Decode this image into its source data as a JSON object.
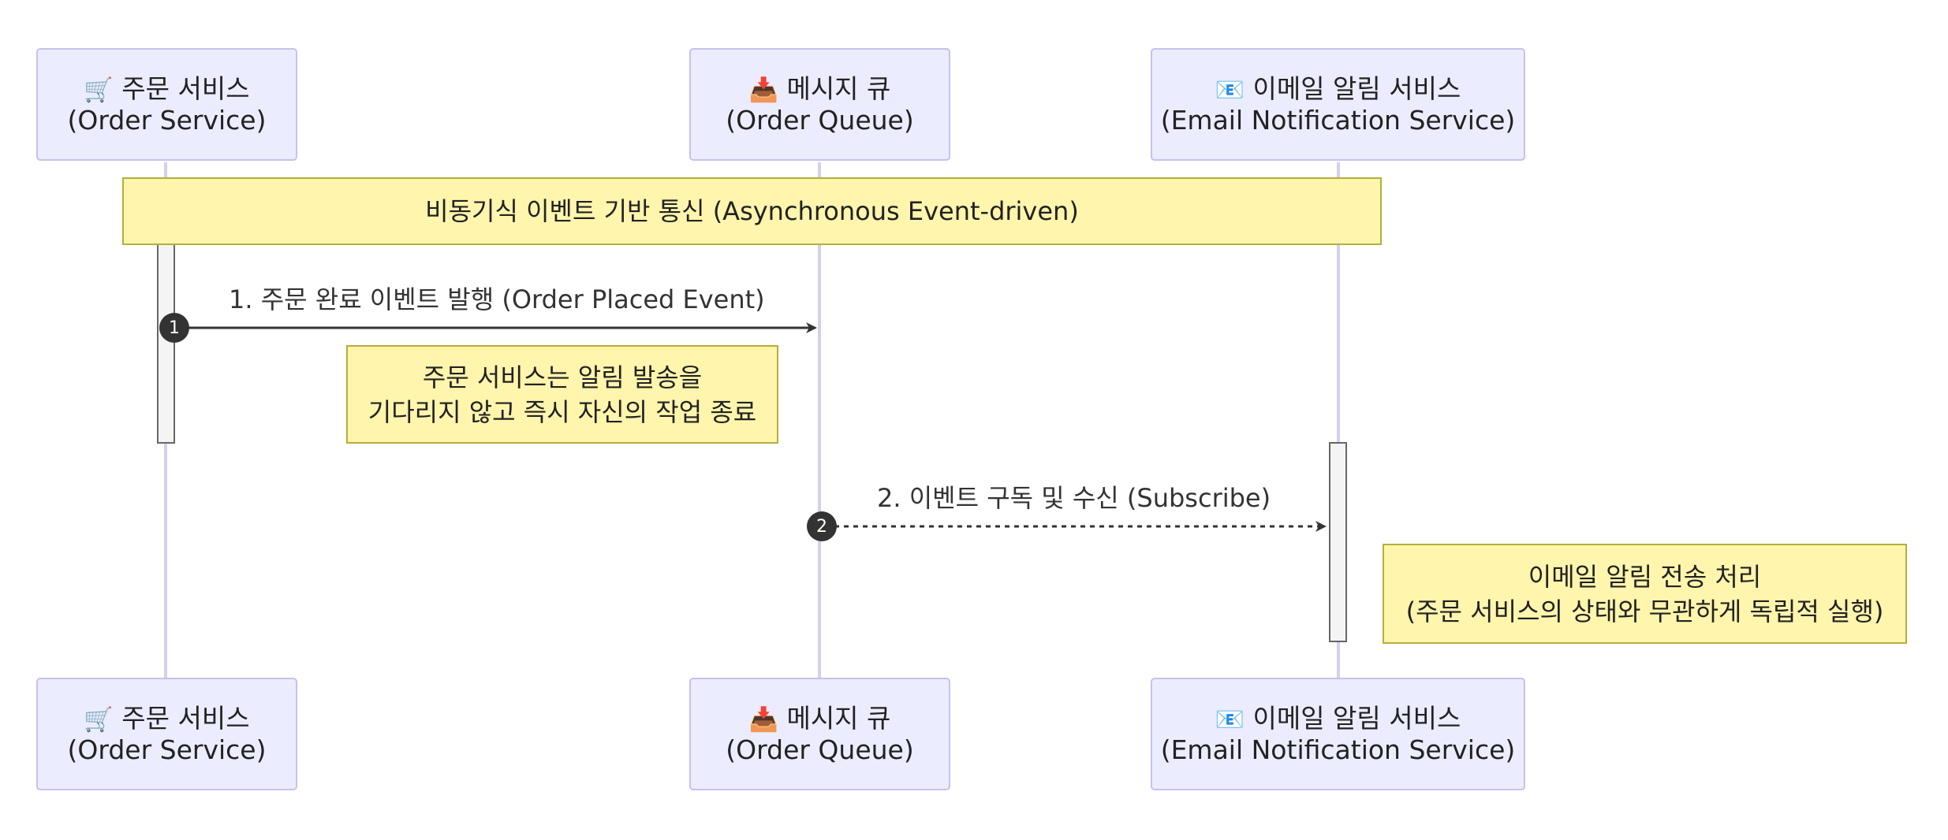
{
  "participants": [
    {
      "icon": "shopping-cart-icon",
      "glyph": "🛒",
      "name": "주문 서비스",
      "subtitle": "(Order Service)"
    },
    {
      "icon": "inbox-tray-icon",
      "glyph": "📥",
      "name": "메시지 큐",
      "subtitle": "(Order Queue)"
    },
    {
      "icon": "email-icon",
      "glyph": "📧",
      "name": "이메일 알림 서비스",
      "subtitle": "(Email Notification Service)"
    }
  ],
  "banner": "비동기식 이벤트 기반 통신 (Asynchronous Event-driven)",
  "messages": [
    {
      "number": "1",
      "label": "1. 주문 완료 이벤트 발행 (Order Placed Event)",
      "style": "solid",
      "from": "주문 서비스",
      "to": "메시지 큐"
    },
    {
      "number": "2",
      "label": "2. 이벤트 구독 및 수신 (Subscribe)",
      "style": "dashed",
      "from": "메시지 큐",
      "to": "이메일 알림 서비스"
    }
  ],
  "notes": [
    {
      "line1": "주문 서비스는 알림 발송을",
      "line2": "기다리지 않고 즉시 자신의 작업 종료"
    },
    {
      "line1": "이메일 알림 전송 처리",
      "line2": "(주문 서비스의 상태와 무관하게 독립적 실행)"
    }
  ],
  "colors": {
    "actor_fill": "#ECECFF",
    "actor_border": "#C5C1EE",
    "lifeline": "#D5CEF0",
    "note_fill": "#FFF5AD",
    "note_border": "#B5AE3A",
    "arrow": "#333333"
  }
}
